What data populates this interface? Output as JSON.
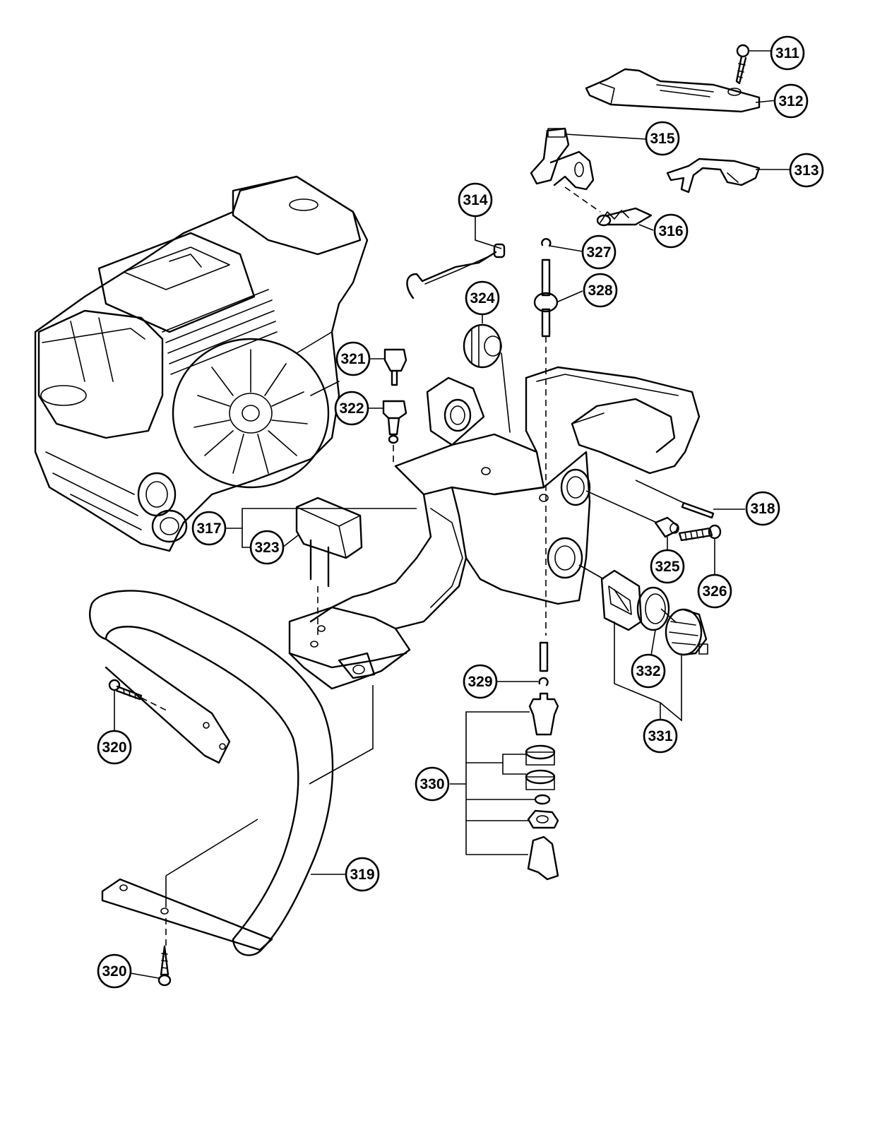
{
  "diagram": {
    "callouts": [
      {
        "id": "c311",
        "label": "311"
      },
      {
        "id": "c312",
        "label": "312"
      },
      {
        "id": "c315",
        "label": "315"
      },
      {
        "id": "c313",
        "label": "313"
      },
      {
        "id": "c314",
        "label": "314"
      },
      {
        "id": "c316",
        "label": "316"
      },
      {
        "id": "c327",
        "label": "327"
      },
      {
        "id": "c328",
        "label": "328"
      },
      {
        "id": "c324",
        "label": "324"
      },
      {
        "id": "c321",
        "label": "321"
      },
      {
        "id": "c322",
        "label": "322"
      },
      {
        "id": "c318",
        "label": "318"
      },
      {
        "id": "c317",
        "label": "317"
      },
      {
        "id": "c323",
        "label": "323"
      },
      {
        "id": "c325",
        "label": "325"
      },
      {
        "id": "c326",
        "label": "326"
      },
      {
        "id": "c332",
        "label": "332"
      },
      {
        "id": "c329",
        "label": "329"
      },
      {
        "id": "c331",
        "label": "331"
      },
      {
        "id": "c320a",
        "label": "320"
      },
      {
        "id": "c330",
        "label": "330"
      },
      {
        "id": "c319",
        "label": "319"
      },
      {
        "id": "c320b",
        "label": "320"
      }
    ]
  }
}
